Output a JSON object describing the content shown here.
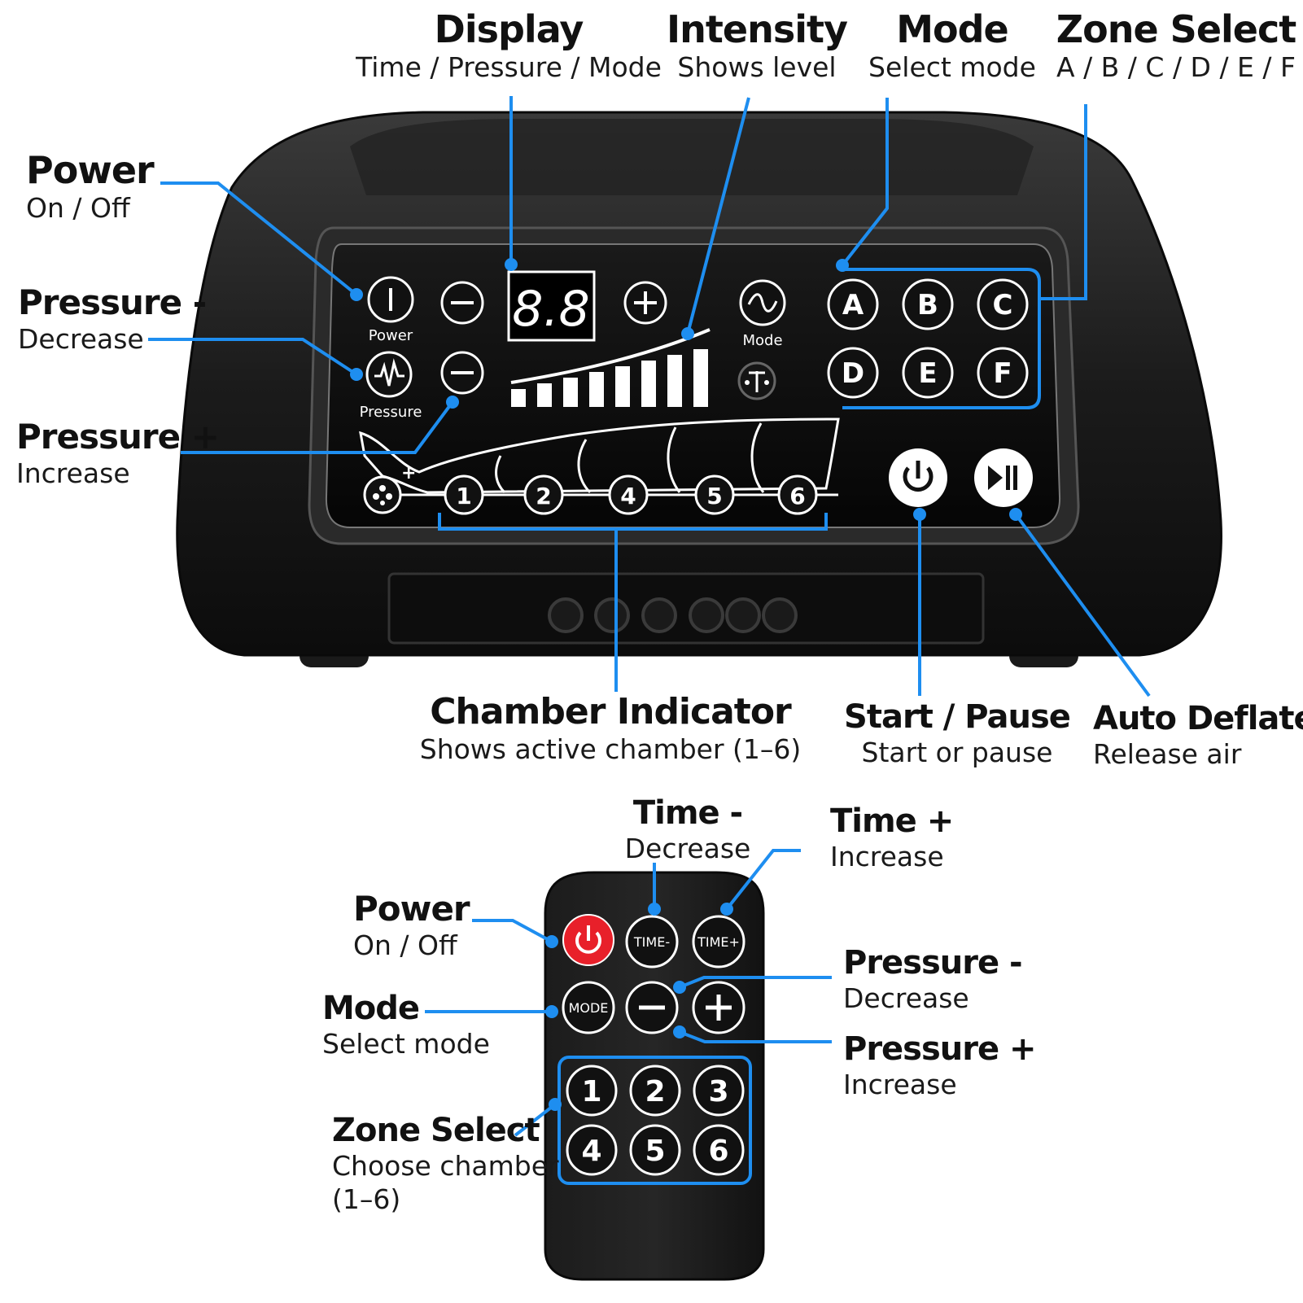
{
  "labels": {
    "display": {
      "title": "Display",
      "sub": "Time / Pressure / Mode"
    },
    "intensity": {
      "title": "Intensity",
      "sub": "Shows level"
    },
    "mode_top": {
      "title": "Mode",
      "sub": "Select mode"
    },
    "zone_top": {
      "title": "Zone Select",
      "sub": "A / B / C / D / E / F"
    },
    "power": {
      "title": "Power",
      "sub": "On / Off"
    },
    "pressure_minus": {
      "title": "Pressure -",
      "sub": "Decrease"
    },
    "pressure_plus": {
      "title": "Pressure +",
      "sub": "Increase"
    },
    "chamber": {
      "title": "Chamber Indicator",
      "sub": "Shows active chamber (1–6)"
    },
    "start_pause": {
      "title": "Start / Pause",
      "sub": "Start or pause"
    },
    "auto_deflate": {
      "title": "Auto Deflate",
      "sub": "Release air"
    },
    "time_minus": {
      "title": "Time -",
      "sub": "Decrease"
    },
    "time_plus": {
      "title": "Time +",
      "sub": "Increase"
    },
    "r_power": {
      "title": "Power",
      "sub": "On / Off"
    },
    "r_mode": {
      "title": "Mode",
      "sub": "Select mode"
    },
    "r_pressure_minus": {
      "title": "Pressure -",
      "sub": "Decrease"
    },
    "r_pressure_plus": {
      "title": "Pressure +",
      "sub": "Increase"
    },
    "r_zone": {
      "title": "Zone Select",
      "sub": "Choose chamber",
      "sub2": "(1–6)"
    }
  },
  "device": {
    "display_value": "8.8",
    "power_caption": "Power",
    "pressure_caption": "Pressure",
    "mode_caption": "Mode",
    "zones": [
      "A",
      "B",
      "C",
      "D",
      "E",
      "F"
    ],
    "chambers": [
      "1",
      "2",
      "4",
      "5",
      "6"
    ],
    "intensity_bars": 8
  },
  "remote": {
    "time_minus": "TIME-",
    "time_plus": "TIME+",
    "mode": "MODE",
    "numbers": [
      "1",
      "2",
      "3",
      "4",
      "5",
      "6"
    ]
  },
  "colors": {
    "callout": "#1e8ef0",
    "device_body": "#151515",
    "power_red": "#e8202a"
  }
}
